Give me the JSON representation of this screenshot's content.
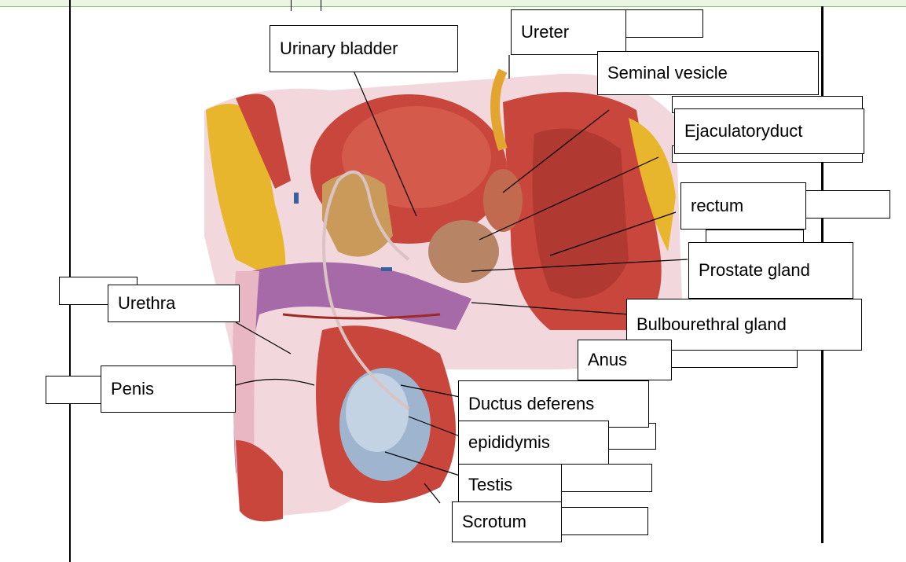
{
  "labels": {
    "urinary_bladder": "Urinary bladder",
    "ureter": "Ureter",
    "seminal_vesicle": "Seminal vesicle",
    "ejaculatory_duct": "Ejaculatoryduct",
    "rectum": "rectum",
    "prostate_gland": "Prostate gland",
    "urethra": "Urethra",
    "bulbourethral_gland": "Bulbourethral gland",
    "anus": "Anus",
    "penis": "Penis",
    "ductus_deferens": "Ductus deferens",
    "epididymis": "epididymis",
    "testis": "Testis",
    "scrotum": "Scrotum"
  },
  "colors": {
    "muscle": "#c9463c",
    "muscle_dark": "#9e2a26",
    "fat": "#e8b62c",
    "tissue_pink": "#e9b7c4",
    "tissue_light": "#f2d8dc",
    "purple": "#a66aa9",
    "testis_blue": "#9fb5cf",
    "tan": "#c99a5a",
    "ureter_yellow": "#e2a530"
  }
}
